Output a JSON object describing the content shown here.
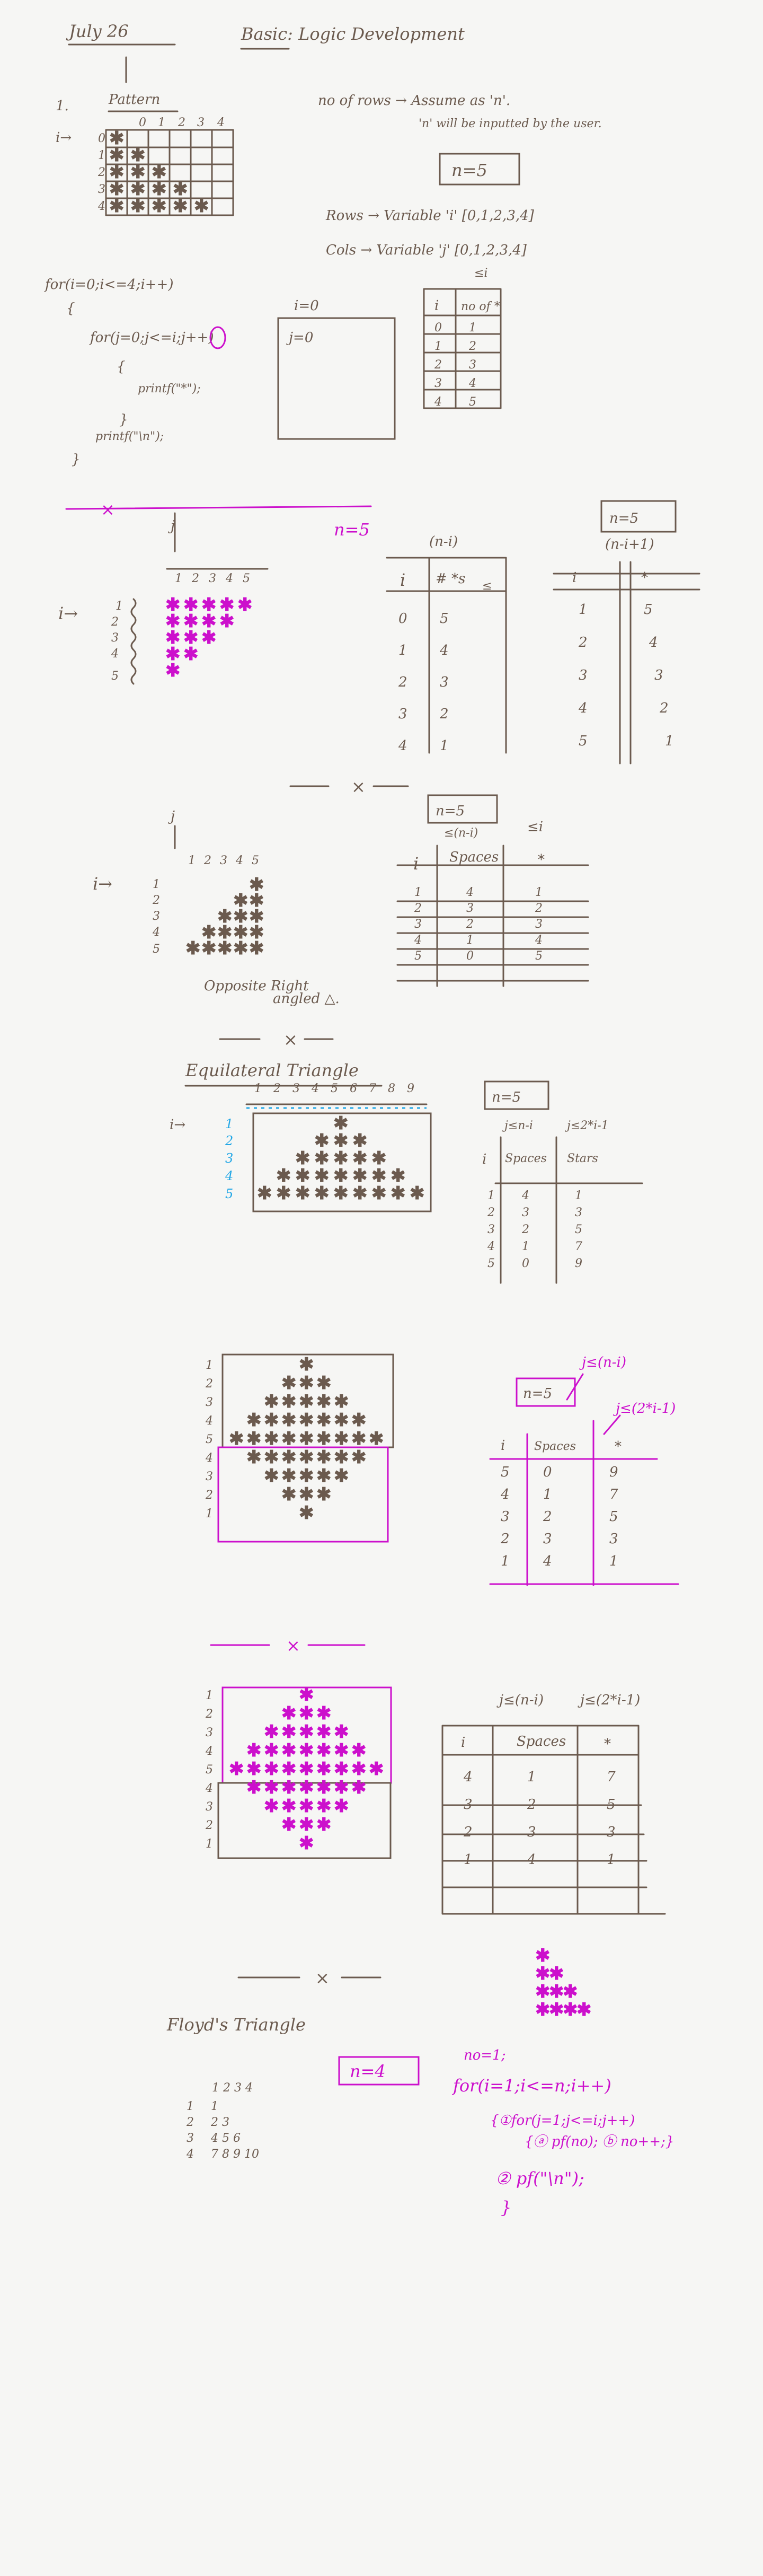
{
  "header": {
    "date": "July 26",
    "topic": "Basic: Logic Development"
  },
  "section1": {
    "number": "1.",
    "pattern_label": "Pattern",
    "i_arrow": "i→",
    "col_heads": [
      "0",
      "1",
      "2",
      "3",
      "4"
    ],
    "row_heads": [
      "0",
      "1",
      "2",
      "3",
      "4"
    ],
    "rows_note": "no of rows → Assume as 'n'.",
    "input_note": "'n' will be inputted by the user.",
    "n_box": "n=5",
    "rows_var": "Rows → Variable 'i' [0,1,2,3,4]",
    "cols_var": "Cols → Variable 'j' [0,1,2,3,4]",
    "cond_note": "≤i",
    "code": [
      "for(i=0;i<=4;i++)",
      "{",
      "for(j=0;j<=i;j++)",
      "{",
      "printf(\"*\");",
      "}",
      "printf(\"\\n\");",
      "}"
    ],
    "trace_i": "i=0",
    "trace_j": "j=0",
    "table_head": [
      "i",
      "no of *"
    ],
    "table_rows": [
      [
        "0",
        "1"
      ],
      [
        "1",
        "2"
      ],
      [
        "2",
        "3"
      ],
      [
        "3",
        "4"
      ],
      [
        "4",
        "5"
      ]
    ]
  },
  "section2": {
    "j_label": "j",
    "i_arrow": "i→",
    "col_nums": [
      "1",
      "2",
      "3",
      "4",
      "5"
    ],
    "row_nums": [
      "1",
      "2",
      "3",
      "4",
      "5"
    ],
    "n_label": "n=5",
    "left_title": "(n-i)",
    "left_head": [
      "i",
      "# *s"
    ],
    "left_head_note": "≤",
    "left_rows": [
      [
        "0",
        "5"
      ],
      [
        "1",
        "4"
      ],
      [
        "2",
        "3"
      ],
      [
        "3",
        "2"
      ],
      [
        "4",
        "1"
      ]
    ],
    "right_box": "n=5",
    "right_title": "(n-i+1)",
    "right_head": [
      "i",
      "*"
    ],
    "right_rows": [
      [
        "1",
        "5"
      ],
      [
        "2",
        "4"
      ],
      [
        "3",
        "3"
      ],
      [
        "4",
        "2"
      ],
      [
        "5",
        "1"
      ]
    ]
  },
  "section3": {
    "j_label": "j",
    "i_arrow": "i→",
    "col_nums": [
      "1",
      "2",
      "3",
      "4",
      "5"
    ],
    "row_nums": [
      "1",
      "2",
      "3",
      "4",
      "5"
    ],
    "caption_1": "Opposite Right",
    "caption_2": "angled △.",
    "n_box": "n=5",
    "cond_left": "≤(n-i)",
    "cond_right": "≤i",
    "head": [
      "i",
      "Spaces",
      "*"
    ],
    "rows": [
      [
        "1",
        "4",
        "1"
      ],
      [
        "2",
        "3",
        "2"
      ],
      [
        "3",
        "2",
        "3"
      ],
      [
        "4",
        "1",
        "4"
      ],
      [
        "5",
        "0",
        "5"
      ]
    ]
  },
  "section4": {
    "title": "Equilateral Triangle",
    "i_arrow": "i→",
    "col_nums": [
      "1",
      "2",
      "3",
      "4",
      "5",
      "6",
      "7",
      "8",
      "9"
    ],
    "row_nums": [
      "1",
      "2",
      "3",
      "4",
      "5"
    ],
    "n_box": "n=5",
    "cond_left": "j≤n-i",
    "cond_right": "j≤2*i-1",
    "head": [
      "i",
      "Spaces",
      "Stars"
    ],
    "rows": [
      [
        "1",
        "4",
        "1"
      ],
      [
        "2",
        "3",
        "3"
      ],
      [
        "3",
        "2",
        "5"
      ],
      [
        "4",
        "1",
        "7"
      ],
      [
        "5",
        "0",
        "9"
      ]
    ]
  },
  "section5": {
    "row_nums_top": [
      "1",
      "2",
      "3",
      "4",
      "5"
    ],
    "row_nums_bottom": [
      "4",
      "3",
      "2",
      "1"
    ],
    "n_box": "n=5",
    "cond_spaces": "j≤(n-i)",
    "cond_stars": "j≤(2*i-1)",
    "head": [
      "i",
      "Spaces",
      "*"
    ],
    "rows": [
      [
        "5",
        "0",
        "9"
      ],
      [
        "4",
        "1",
        "7"
      ],
      [
        "3",
        "2",
        "5"
      ],
      [
        "2",
        "3",
        "3"
      ],
      [
        "1",
        "4",
        "1"
      ]
    ]
  },
  "section6": {
    "row_nums_top": [
      "1",
      "2",
      "3",
      "4",
      "5"
    ],
    "row_nums_bottom": [
      "4",
      "3",
      "2",
      "1"
    ],
    "cond_spaces": "j≤(n-i)",
    "cond_stars": "j≤(2*i-1)",
    "head": [
      "i",
      "Spaces",
      "*"
    ],
    "rows": [
      [
        "4",
        "1",
        "7"
      ],
      [
        "3",
        "2",
        "5"
      ],
      [
        "2",
        "3",
        "3"
      ],
      [
        "1",
        "4",
        "1"
      ]
    ]
  },
  "section7": {
    "title": "Floyd's Triangle",
    "n_box": "n=4",
    "col_nums": "1 2 3 4",
    "rows": [
      [
        "1",
        "1"
      ],
      [
        "2",
        "2 3"
      ],
      [
        "3",
        "4 5 6"
      ],
      [
        "4",
        "7 8 9 10"
      ]
    ],
    "code": [
      "no=1;",
      "for(i=1;i<=n;i++)",
      "{①for(j=1;j<=i;j++)",
      "{ⓐ pf(no); ⓑ no++;}",
      "② pf(\"\\n\");",
      "}"
    ]
  },
  "divider_mark": "×",
  "colors": {
    "ink": "#6b5a4e",
    "magenta": "#cc10cc",
    "blue": "#22a7e6",
    "paper": "#f6f6f4"
  }
}
